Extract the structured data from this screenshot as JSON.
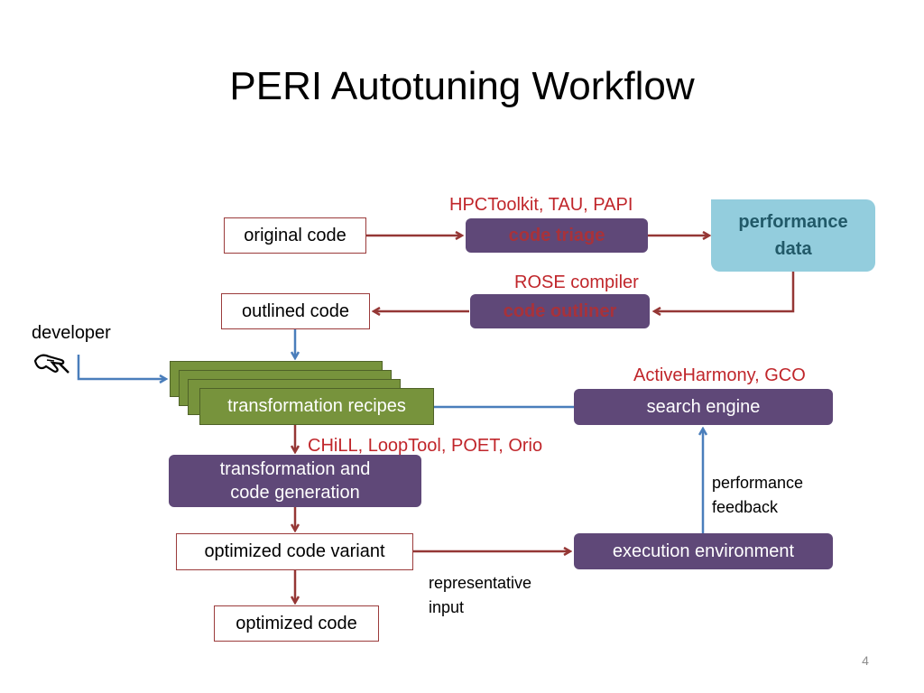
{
  "slide": {
    "title": "PERI Autotuning Workflow",
    "page_number": "4"
  },
  "nodes": {
    "original_code": "original code",
    "code_triage": "code triage",
    "performance_data_line1": "performance",
    "performance_data_line2": "data",
    "outlined_code": "outlined code",
    "code_outliner": "code outliner",
    "transformation_recipes": "transformation recipes",
    "search_engine": "search engine",
    "transformation_codegen_line1": "transformation and",
    "transformation_codegen_line2": "code generation",
    "optimized_code_variant": "optimized code variant",
    "execution_environment": "execution environment",
    "optimized_code": "optimized code"
  },
  "tool_labels": {
    "triage_tools": "HPCToolkit, TAU, PAPI",
    "outliner_tools": "ROSE compiler",
    "search_tools": "ActiveHarmony, GCO",
    "codegen_tools": "CHiLL, LoopTool, POET, Orio"
  },
  "edge_labels": {
    "developer": "developer",
    "developer_icon": "writing-hand-icon",
    "perf_feedback_line1": "performance",
    "perf_feedback_line2": "feedback",
    "rep_input_line1": "representative",
    "rep_input_line2": "input"
  },
  "colors": {
    "red_arrow": "#953735",
    "blue_arrow": "#4a7ebb",
    "purple_box": "#5f4878",
    "green_box": "#77933c",
    "perf_box": "#93cddd",
    "tool_text": "#c0262b"
  }
}
